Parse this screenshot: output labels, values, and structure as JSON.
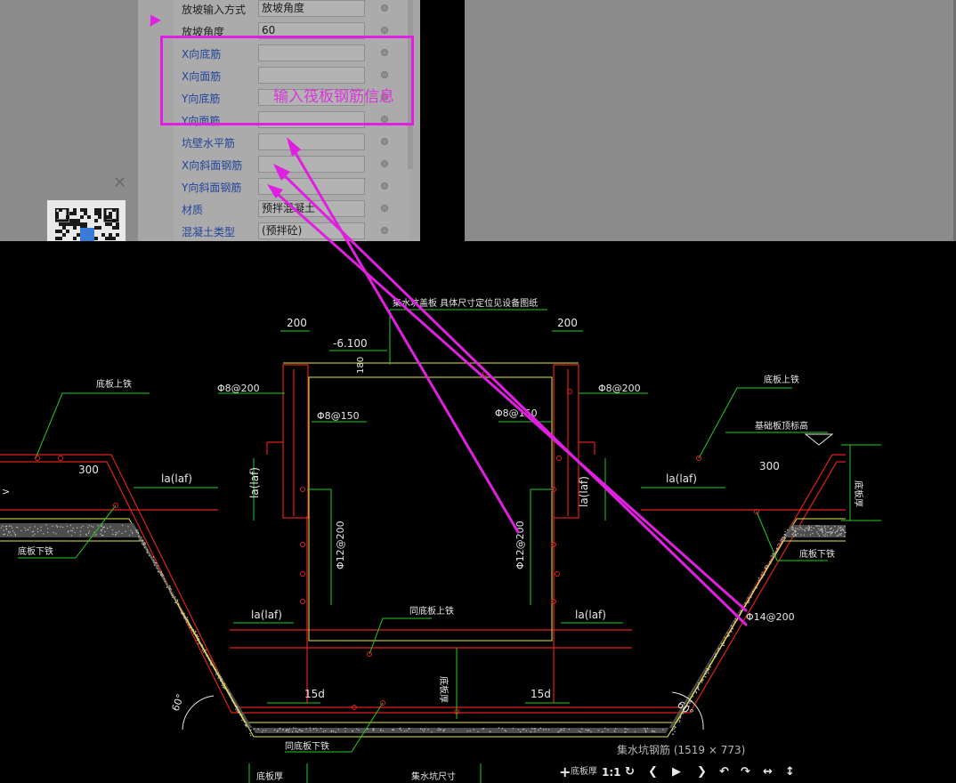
{
  "properties": [
    {
      "label": "放坡输入方式",
      "value": "放坡角度",
      "dark": true
    },
    {
      "label": "放坡角度",
      "value": "60",
      "dark": true
    },
    {
      "label": "X向底筋",
      "value": ""
    },
    {
      "label": "X向面筋",
      "value": ""
    },
    {
      "label": "Y向底筋",
      "value": ""
    },
    {
      "label": "Y向面筋",
      "value": ""
    },
    {
      "label": "坑壁水平筋",
      "value": ""
    },
    {
      "label": "X向斜面钢筋",
      "value": ""
    },
    {
      "label": "Y向斜面钢筋",
      "value": ""
    },
    {
      "label": "材质",
      "value": "预拌混凝土"
    },
    {
      "label": "混凝土类型",
      "value": "(预拌砼)"
    }
  ],
  "annotation": {
    "text": "输入筏板钢筋信息",
    "color": "#e020e0"
  },
  "close_icon": "close-icon",
  "drawing": {
    "top_note": "集水坑盖板  具体尺寸定位见设备图纸",
    "dim_200_left": "200",
    "dim_200_right": "200",
    "elev": "-6.100",
    "dim_180": "180",
    "rebar_phi8_200_left": "Φ8@200",
    "rebar_phi8_200_right": "Φ8@200",
    "rebar_phi8_150_left": "Φ8@150",
    "rebar_phi8_150_right": "Φ8@150",
    "label_top_left": "底板上铁",
    "label_top_right": "底板上铁",
    "label_base_elev": "基础板顶标高",
    "dim_300_left": "300",
    "dim_300_right": "300",
    "la_laf": "la(laf)",
    "slab_thickness": "底板厚",
    "label_bottom_left": "底板下铁",
    "label_bottom_right": "底板下铁",
    "phi12_200": "Φ12@200",
    "same_top": "同底板上铁",
    "same_bottom": "同底板下铁",
    "phi14_200": "Φ14@200",
    "d15": "15d",
    "deg60": "60°",
    "pit_thickness": "底板厚",
    "bottom_col1": "底板厚",
    "bottom_col2": "集水坑尺寸"
  },
  "caption": "集水坑钢筋 (1519 × 773)",
  "toolbar": {
    "plus": "+",
    "plus_label": "底板厚",
    "ratio": "1:1",
    "icons": [
      "rotate-icon",
      "prev-icon",
      "play-icon",
      "next-icon",
      "undo-icon",
      "redo-icon",
      "fit-width-icon",
      "fit-height-icon"
    ]
  },
  "colors": {
    "accent": "#e020e0",
    "cad_red": "#e02020",
    "cad_green": "#22cc22",
    "cad_yellow": "#e6e64a"
  }
}
